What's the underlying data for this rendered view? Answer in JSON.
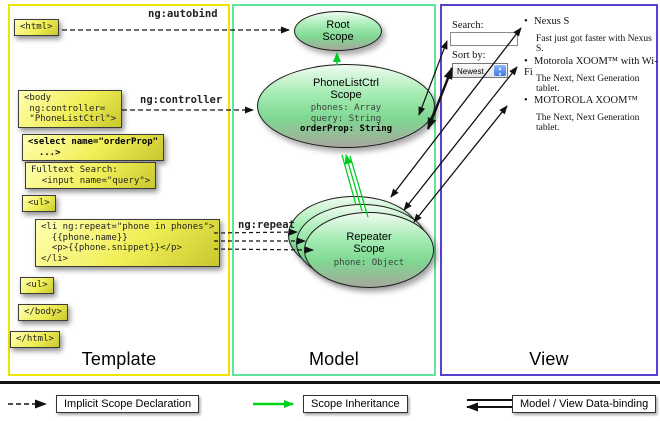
{
  "columns": {
    "template": {
      "label": "Template"
    },
    "model": {
      "label": "Model"
    },
    "view": {
      "label": "View"
    }
  },
  "template_code": [
    {
      "text": "<html>"
    },
    {
      "text": "<body\n ng:controller=\n \"PhoneListCtrl\">"
    },
    {
      "text": "<select name=\"orderProp\"\n  ...>"
    },
    {
      "text": "Fulltext Search:\n  <input name=\"query\">"
    },
    {
      "text": "<ul>"
    },
    {
      "text": "<li ng:repeat=\"phone in phones\">\n  {{phone.name}}\n  <p>{{phone.snippet}}</p>\n</li>"
    },
    {
      "text": "<ul>"
    },
    {
      "text": "</body>"
    },
    {
      "text": "</html>"
    }
  ],
  "arrow_labels": {
    "autobind": "ng:autobind",
    "controller": "ng:controller",
    "repeat": "ng:repeat"
  },
  "scopes": {
    "root": {
      "title1": "Root",
      "title2": "Scope"
    },
    "phonelist": {
      "title1": "PhoneListCtrl",
      "title2": "Scope",
      "props": [
        "phones: Array",
        "query: String",
        "orderProp: String"
      ]
    },
    "repeater": {
      "title1": "Repeater",
      "title2": "Scope",
      "prop": "phone: Object"
    }
  },
  "view_panel": {
    "search_label": "Search:",
    "search_value": "",
    "sort_label": "Sort by:",
    "sort_value": "Newest",
    "items": [
      {
        "name": "Nexus S",
        "desc": "Fast just got faster with Nexus S."
      },
      {
        "name": "Motorola XOOM™ with Wi-Fi",
        "desc": "The Next, Next Generation tablet."
      },
      {
        "name": "MOTOROLA XOOM™",
        "desc": "The Next, Next Generation tablet."
      }
    ]
  },
  "legend": [
    {
      "label": "Implicit Scope Declaration"
    },
    {
      "label": "Scope Inheritance"
    },
    {
      "label": "Model / View Data-binding"
    }
  ],
  "colors": {
    "template_border": "#eee600",
    "model_border": "#5fe39e",
    "view_border": "#5a3fd0",
    "scope_fill": "#8ee29e",
    "code_box_fill": "#f0ee55",
    "inheritance_arrow": "#00cc22"
  }
}
